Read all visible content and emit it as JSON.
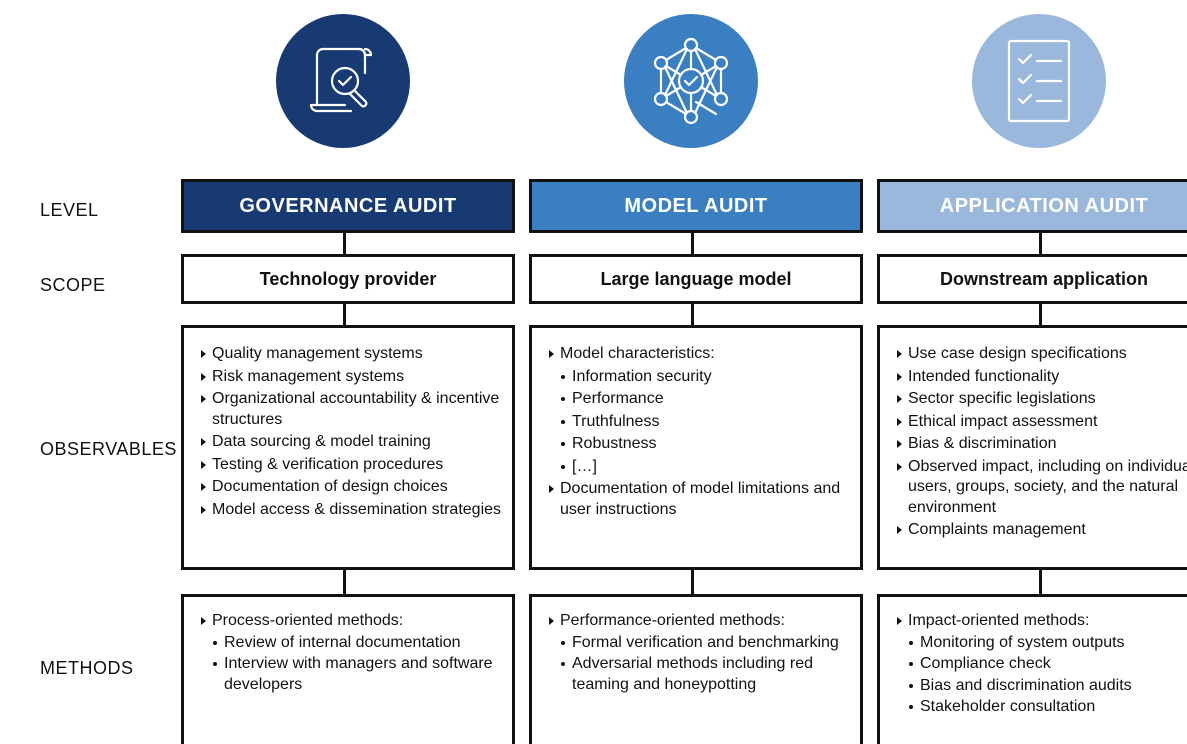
{
  "row_labels": {
    "level": "LEVEL",
    "scope": "SCOPE",
    "observables": "OBSERVABLES",
    "methods": "METHODS"
  },
  "columns": [
    {
      "icon": "document-magnifier-icon",
      "color": "#173a73",
      "level": "GOVERNANCE AUDIT",
      "scope": "Technology provider",
      "observables": [
        {
          "text": "Quality management systems",
          "kind": "tri"
        },
        {
          "text": "Risk management systems",
          "kind": "tri"
        },
        {
          "text": "Organizational accountability & incentive structures",
          "kind": "tri"
        },
        {
          "text": "Data sourcing & model training",
          "kind": "tri"
        },
        {
          "text": "Testing & verification procedures",
          "kind": "tri"
        },
        {
          "text": "Documentation of design choices",
          "kind": "tri"
        },
        {
          "text": "Model access & dissemination strategies",
          "kind": "tri"
        }
      ],
      "methods": [
        {
          "text": "Process-oriented methods:",
          "kind": "tri"
        },
        {
          "text": "Review of internal documentation",
          "kind": "sub"
        },
        {
          "text": "Interview with managers and software developers",
          "kind": "sub"
        }
      ]
    },
    {
      "icon": "network-model-icon",
      "color": "#3a7fc1",
      "level": "MODEL AUDIT",
      "scope": "Large language model",
      "observables": [
        {
          "text": "Model characteristics:",
          "kind": "tri"
        },
        {
          "text": "Information security",
          "kind": "sub"
        },
        {
          "text": "Performance",
          "kind": "sub"
        },
        {
          "text": "Truthfulness",
          "kind": "sub"
        },
        {
          "text": "Robustness",
          "kind": "sub"
        },
        {
          "text": "[…]",
          "kind": "sub"
        },
        {
          "text": "Documentation of model limitations and user instructions",
          "kind": "tri"
        }
      ],
      "methods": [
        {
          "text": "Performance-oriented methods:",
          "kind": "tri"
        },
        {
          "text": "Formal verification and benchmarking",
          "kind": "sub"
        },
        {
          "text": "Adversarial methods including red teaming and honeypotting",
          "kind": "sub"
        }
      ]
    },
    {
      "icon": "checklist-document-icon",
      "color": "#9ab8dc",
      "level": "APPLICATION AUDIT",
      "scope": "Downstream application",
      "observables": [
        {
          "text": "Use case design specifications",
          "kind": "tri"
        },
        {
          "text": "Intended functionality",
          "kind": "tri"
        },
        {
          "text": "Sector specific legislations",
          "kind": "tri"
        },
        {
          "text": "Ethical impact assessment",
          "kind": "tri"
        },
        {
          "text": "Bias & discrimination",
          "kind": "tri"
        },
        {
          "text": "Observed impact, including on individual users, groups, society, and the natural environment",
          "kind": "tri"
        },
        {
          "text": "Complaints management",
          "kind": "tri"
        }
      ],
      "methods": [
        {
          "text": "Impact-oriented methods:",
          "kind": "tri"
        },
        {
          "text": "Monitoring of system outputs",
          "kind": "sub"
        },
        {
          "text": "Compliance check",
          "kind": "sub"
        },
        {
          "text": "Bias and discrimination audits",
          "kind": "sub"
        },
        {
          "text": "Stakeholder consultation",
          "kind": "sub"
        }
      ]
    }
  ]
}
